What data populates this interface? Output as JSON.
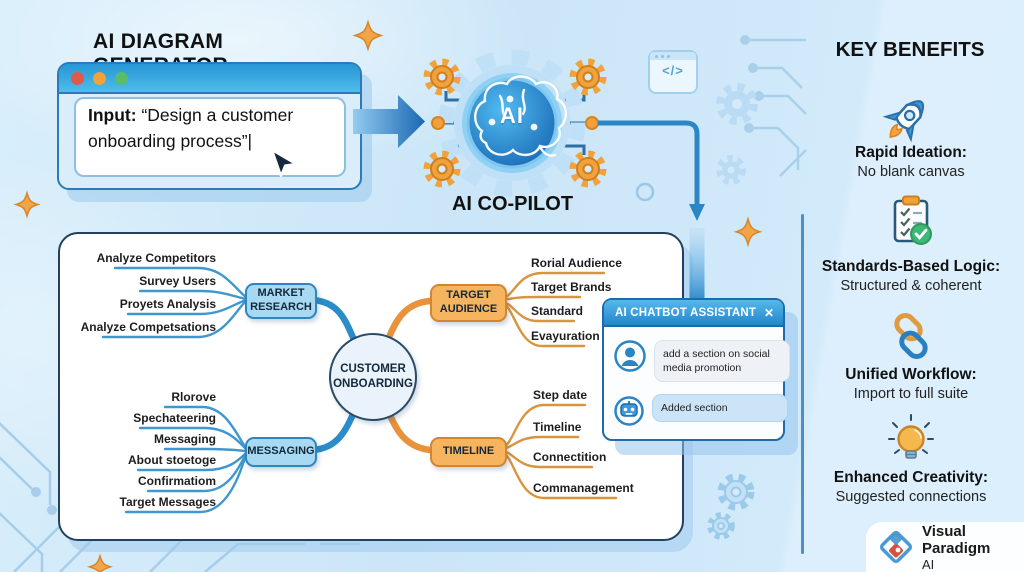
{
  "header": {
    "title": "AI DIAGRAM GENERATOR"
  },
  "icons": {
    "code_glyph": "</>",
    "close_glyph": "✕"
  },
  "input_window": {
    "label": "Input:",
    "text": "“Design a customer onboarding process”",
    "caret": "|"
  },
  "copilot": {
    "chip": "AI",
    "label": "AI CO-PILOT"
  },
  "mindmap": {
    "center": "CUSTOMER ONBOARDING",
    "nodes": [
      {
        "label": "MARKET RESEARCH",
        "branches": [
          "Analyze Competitors",
          "Survey Users",
          "Proyets Analysis",
          "Analyze Competsations"
        ]
      },
      {
        "label": "MESSAGING",
        "branches": [
          "Rlorove",
          "Spechateering",
          "Messaging",
          "About stoetoge",
          "Confirmatiom",
          "Target Messages"
        ]
      },
      {
        "label": "TARGET AUDIENCE",
        "branches": [
          "Rorial Audience",
          "Target Brands",
          "Standard",
          "Evayuration"
        ]
      },
      {
        "label": "TIMELINE",
        "branches": [
          "Step date",
          "Timeline",
          "Connectition",
          "Commanagement"
        ]
      }
    ]
  },
  "chatbot": {
    "title": "AI CHATBOT ASSISTANT",
    "messages": [
      {
        "role": "user",
        "text": "add a section on social media promotion"
      },
      {
        "role": "bot",
        "text": "Added section"
      }
    ]
  },
  "benefits": {
    "title": "KEY BENEFITS",
    "items": [
      {
        "icon": "rocket-icon",
        "title": "Rapid Ideation:",
        "subtitle": "No blank canvas"
      },
      {
        "icon": "clipboard-check-icon",
        "title": "Standards-Based Logic:",
        "subtitle": "Structured & coherent"
      },
      {
        "icon": "chain-link-icon",
        "title": "Unified Workflow:",
        "subtitle": "Import to full suite"
      },
      {
        "icon": "lightbulb-icon",
        "title": "Enhanced Creativity:",
        "subtitle": "Suggested connections"
      }
    ]
  },
  "logo": {
    "brand": "Visual Paradigm",
    "sub": "AI"
  },
  "colors": {
    "accent_blue": "#2a8cc8",
    "accent_orange": "#ee9a3e",
    "node_blue": "#a8d9f2",
    "node_orange": "#f6b45e",
    "green_badge": "#3cb878",
    "red_dot": "#e05a4c",
    "orange_dot": "#f0a23c",
    "green_dot": "#58bc6a"
  }
}
